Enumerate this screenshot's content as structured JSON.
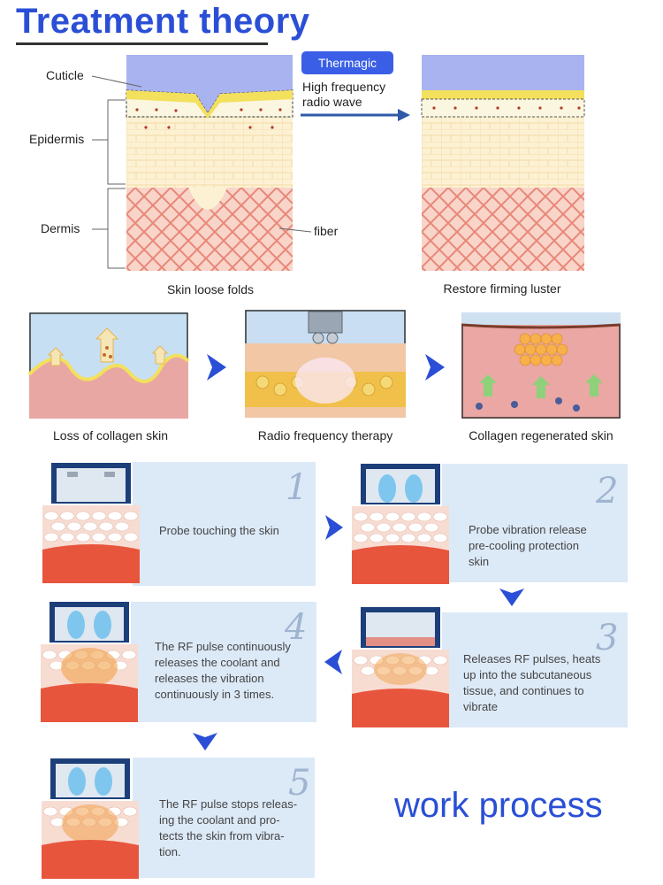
{
  "title": "Treatment theory",
  "skin_diagram": {
    "layer_labels": {
      "cuticle": "Cuticle",
      "epidermis": "Epidermis",
      "dermis": "Dermis",
      "fiber": "fiber"
    },
    "badge": "Thermagic",
    "arrow_text_line1": "High frequency",
    "arrow_text_line2": "radio wave",
    "caption_left": "Skin loose folds",
    "caption_right": "Restore firming luster"
  },
  "collagen_row": {
    "captions": [
      "Loss of collagen skin",
      "Radio frequency therapy",
      "Collagen regenerated skin"
    ]
  },
  "steps": [
    {
      "num": "1",
      "lines": [
        "Probe touching the skin"
      ]
    },
    {
      "num": "2",
      "lines": [
        "Probe vibration release",
        "pre-cooling protection",
        "skin"
      ]
    },
    {
      "num": "3",
      "lines": [
        "Releases RF pulses, heats",
        "up into the subcutaneous",
        "tissue, and continues to",
        "vibrate"
      ]
    },
    {
      "num": "4",
      "lines": [
        "The RF pulse continuously",
        "releases the coolant and",
        "releases the vibration",
        "continuously in 3 times."
      ]
    },
    {
      "num": "5",
      "lines": [
        "The RF pulse stops releas-",
        "ing the coolant and pro-",
        "tects the skin from vibra-",
        "tion."
      ]
    }
  ],
  "footer": "work process",
  "colors": {
    "accent": "#2a4fd6",
    "card": "#dce9f7",
    "skin": "#f4c7b6",
    "fiber": "#e87d6f",
    "cuticle": "#a9b3ef",
    "yellow": "#f3e05c"
  }
}
